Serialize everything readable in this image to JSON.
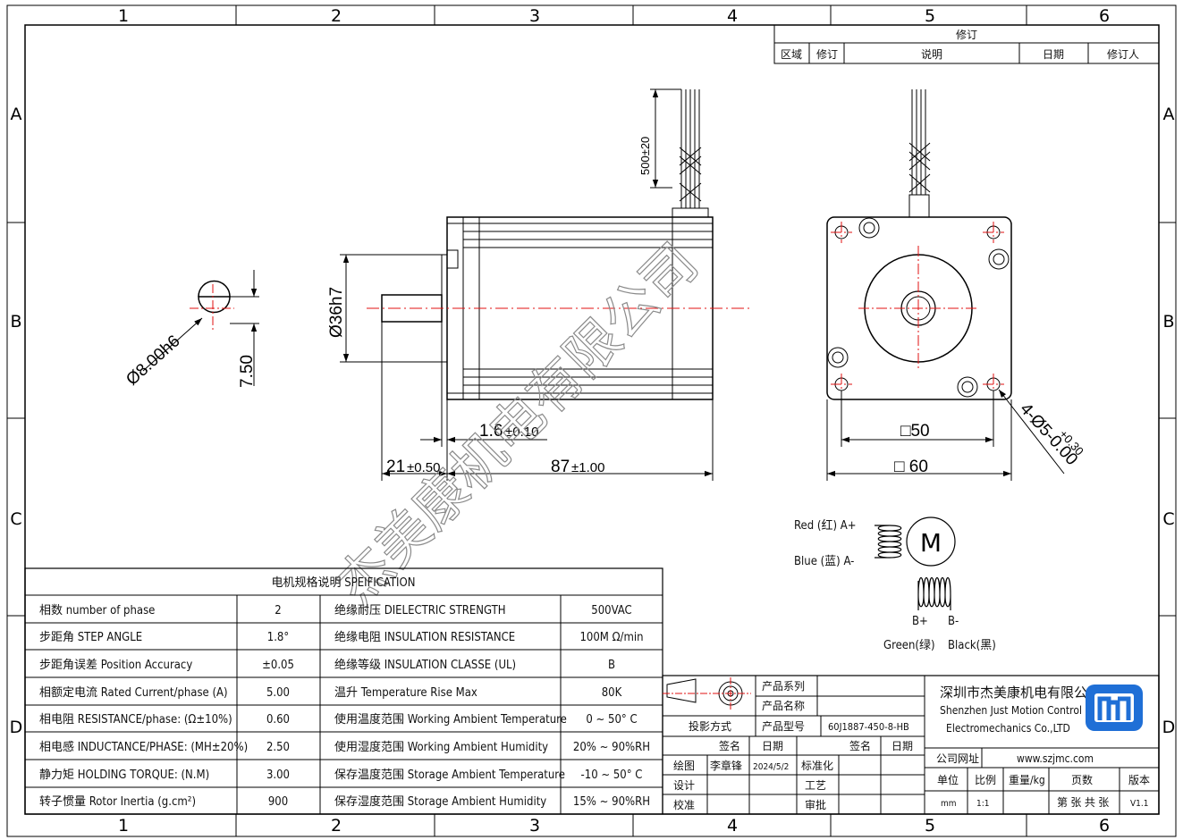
{
  "border": {
    "columns": [
      "1",
      "2",
      "3",
      "4",
      "5",
      "6"
    ],
    "rows": [
      "A",
      "B",
      "C",
      "D"
    ]
  },
  "revision_table": {
    "title": "修订",
    "headers": [
      "区域",
      "修订",
      "说明",
      "日期",
      "修订人"
    ]
  },
  "dimensions": {
    "cable_length": "500±20",
    "flange_diameter": "Ø36h7",
    "shaft_diameter": "Ø8.00h6",
    "shaft_flat": "7.50",
    "flange_thickness_value": "1.6",
    "flange_thickness_tol": "±0.10",
    "shaft_length_value": "21",
    "shaft_length_tol": "±0.50",
    "body_length_value": "87",
    "body_length_tol": "±1.00",
    "hole_pitch": "□50",
    "flange_size": "□ 60",
    "mount_holes": "4-Ø5-0.00",
    "mount_holes_tol": "+0.30"
  },
  "wiring": {
    "a_plus": "Red (红) A+",
    "a_minus": "Blue (蓝) A-",
    "motor": "M",
    "b_plus": "B+",
    "b_minus": "B-",
    "green": "Green(绿)",
    "black": "Black(黑)"
  },
  "watermark": "杰美康机电有限公司",
  "spec_table": {
    "title": "电机规格说明 SPEIFICATION",
    "rows": [
      {
        "l": "相数 number of phase",
        "lv": "2",
        "r": "绝缘耐压 DIELECTRIC STRENGTH",
        "rv": "500VAC"
      },
      {
        "l": "步距角 STEP ANGLE",
        "lv": "1.8°",
        "r": "绝缘电阻 INSULATION RESISTANCE",
        "rv": "100M Ω/min"
      },
      {
        "l": "步距角误差 Position Accuracy",
        "lv": "±0.05",
        "r": "绝缘等级 INSULATION CLASSE (UL)",
        "rv": "B"
      },
      {
        "l": "相额定电流 Rated Current/phase (A)",
        "lv": "5.00",
        "r": "温升 Temperature Rise Max",
        "rv": "80K"
      },
      {
        "l": "相电阻 RESISTANCE/phase: (Ω±10%)",
        "lv": "0.60",
        "r": "使用温度范围 Working Ambient Temperature",
        "rv": "0 ~ 50° C"
      },
      {
        "l": "相电感 INDUCTANCE/PHASE: (MH±20%)",
        "lv": "2.50",
        "r": "使用湿度范围 Working Ambient Humidity",
        "rv": "20% ~ 90%RH"
      },
      {
        "l": "静力矩 HOLDING TORQUE: (N.M)",
        "lv": "3.00",
        "r": "保存温度范围 Storage Ambient Temperature",
        "rv": "-10 ~ 50° C"
      },
      {
        "l": "转子惯量 Rotor Inertia (g.cm²)",
        "lv": "900",
        "r": "保存湿度范围 Storage Ambient Humidity",
        "rv": "15% ~ 90%RH"
      }
    ]
  },
  "title_block": {
    "projection_label": "投影方式",
    "product_series": "产品系列",
    "product_name": "产品名称",
    "product_model": "产品型号",
    "model_value": "60J1887-450-8-HB",
    "sign": "签名",
    "date": "日期",
    "sign2": "签名",
    "date2": "日期",
    "draw": "绘图",
    "drawer": "李章锋",
    "draw_date": "2024/5/2",
    "standard": "标准化",
    "design": "设计",
    "process": "工艺",
    "check": "校准",
    "approve": "审批",
    "company_cn": "深圳市杰美康机电有限公司",
    "company_en1": "Shenzhen Just Motion Control",
    "company_en2": "Electromechanics Co.,LTD",
    "website_label": "公司网址",
    "website": "www.szjmc.com",
    "unit_label": "单位",
    "unit": "mm",
    "scale_label": "比例",
    "scale": "1:1",
    "weight_label": "重量/kg",
    "pages_label": "页数",
    "pages": "第 张 共 张",
    "version_label": "版本",
    "version": "V1.1"
  },
  "colors": {
    "line": "#000000",
    "center": "#e01010",
    "logo": "#1f6fd6",
    "watermark": "#8a8a8a"
  }
}
